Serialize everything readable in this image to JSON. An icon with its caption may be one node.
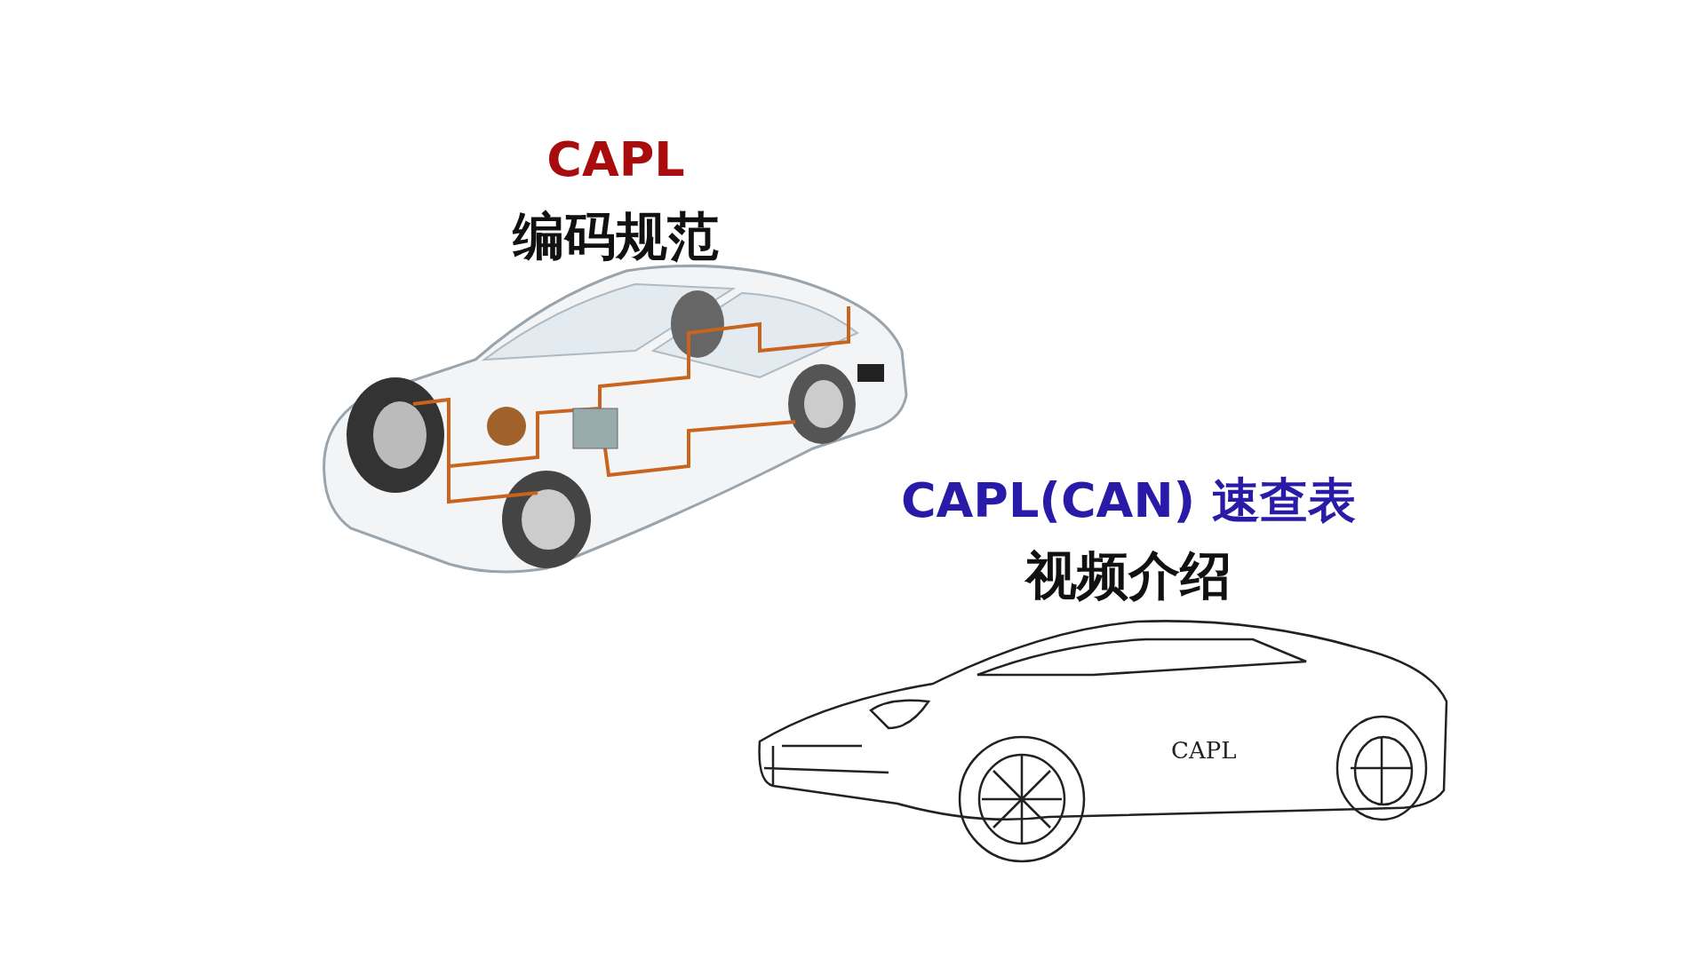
{
  "diagram": {
    "labels": [
      "CAPL",
      "编码规范",
      "CAPL(CAN) 速查表",
      "视频介绍",
      "CAPL"
    ]
  }
}
